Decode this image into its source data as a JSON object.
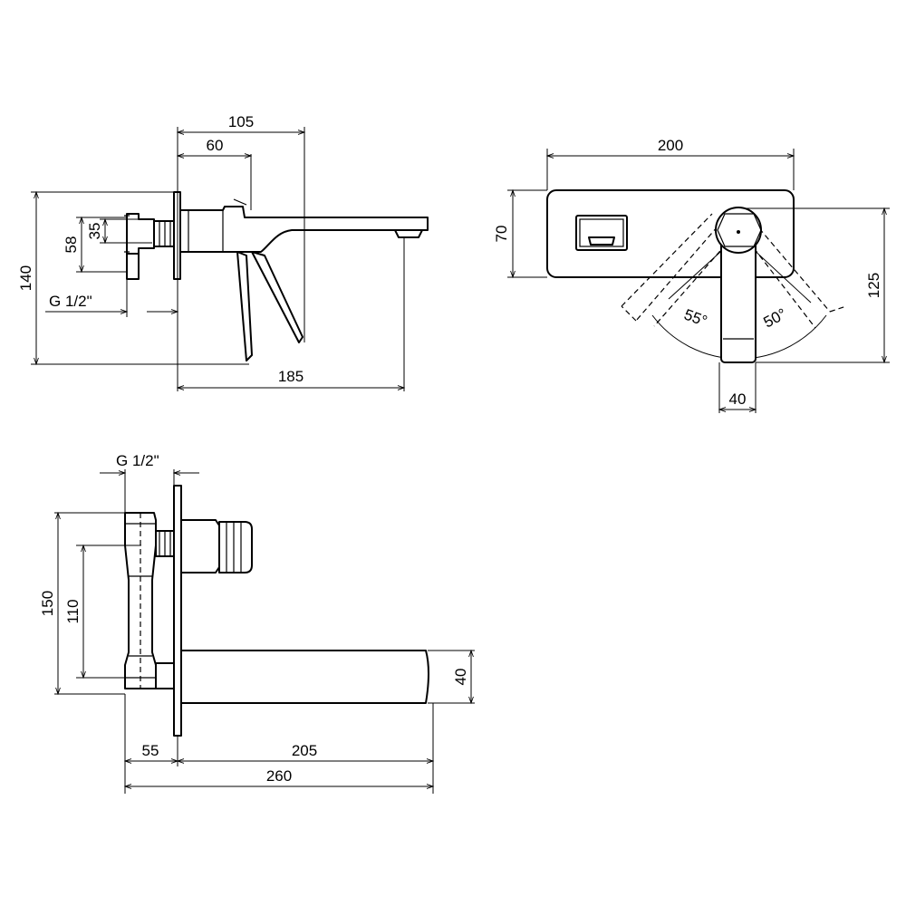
{
  "views": {
    "side": {
      "dimensions": {
        "overall_depth": "105",
        "body_depth": "60",
        "plate_height": "140",
        "inlet_spacing": "58",
        "handle_offset": "35",
        "thread": "G 1/2\"",
        "spout_length": "185"
      }
    },
    "front": {
      "dimensions": {
        "plate_width": "200",
        "plate_height": "70",
        "total_height": "125",
        "spout_width": "40",
        "rotation_left": "55°",
        "rotation_right": "50°"
      }
    },
    "top": {
      "dimensions": {
        "thread": "G 1/2\"",
        "inlet_span": "150",
        "inlet_centers": "110",
        "spout_thickness": "40",
        "body_depth": "55",
        "spout_projection": "205",
        "total_depth": "260"
      }
    }
  }
}
